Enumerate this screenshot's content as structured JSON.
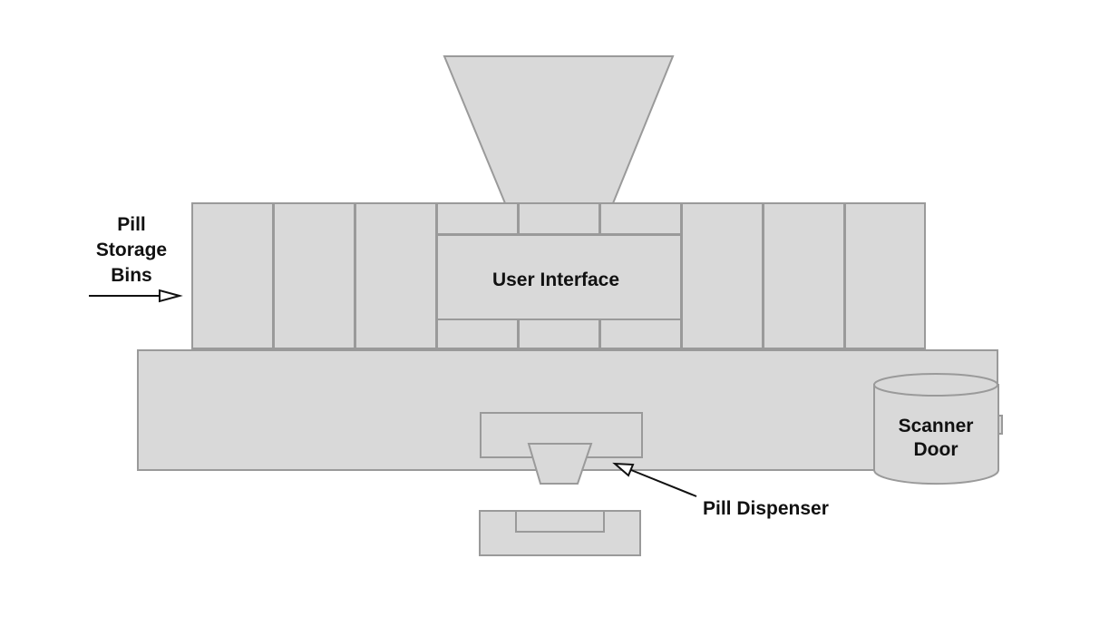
{
  "labels": {
    "user_interface": "User Interface",
    "storage_bins_line1": "Pill",
    "storage_bins_line2": "Storage",
    "storage_bins_line3": "Bins",
    "scanner_door_line1": "Scanner",
    "scanner_door_line2": "Door",
    "pill_dispenser": "Pill Dispenser"
  },
  "colors": {
    "part_fill": "#d9d9d9",
    "part_stroke": "#9a9a9a",
    "text": "#111111"
  }
}
